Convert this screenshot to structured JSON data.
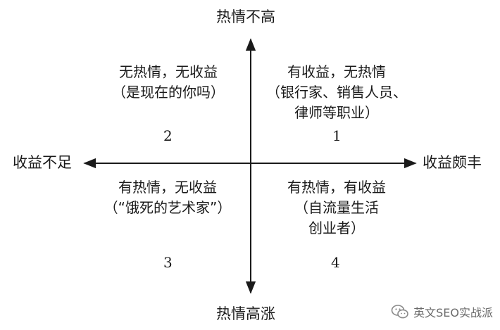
{
  "axes": {
    "top": "热情不高",
    "bottom": "热情高涨",
    "left": "收益不足",
    "right": "收益颇丰"
  },
  "quadrants": [
    {
      "number": "1",
      "lines": [
        "有收益，无热情",
        "（银行家、销售人员、",
        "律师等职业）"
      ]
    },
    {
      "number": "2",
      "lines": [
        "无热情，无收益",
        "（是现在的你吗）"
      ]
    },
    {
      "number": "3",
      "lines": [
        "有热情，无收益",
        "（“饿死的艺术家”）"
      ]
    },
    {
      "number": "4",
      "lines": [
        "有热情，有收益",
        "（自流量生活",
        "创业者）"
      ]
    }
  ],
  "watermark": {
    "text": "英文SEO实战派",
    "icon": "wechat-icon"
  },
  "colors": {
    "line": "#1a1a1a",
    "text": "#1a1a1a",
    "watermark": "#6b6b6b"
  }
}
